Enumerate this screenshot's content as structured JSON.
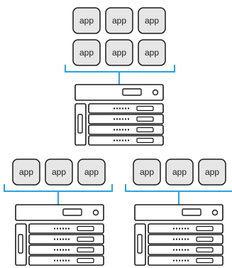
{
  "app_label": "app",
  "colors": {
    "connector": "#29a3de",
    "app_box_fill": "#e6e6e6",
    "stroke": "#1a1a1a",
    "server_fill": "#ffffff"
  },
  "top_group": {
    "apps": [
      "app",
      "app",
      "app",
      "app",
      "app",
      "app"
    ]
  },
  "left_group": {
    "apps": [
      "app",
      "app",
      "app"
    ]
  },
  "right_group": {
    "apps": [
      "app",
      "app",
      "app"
    ]
  }
}
